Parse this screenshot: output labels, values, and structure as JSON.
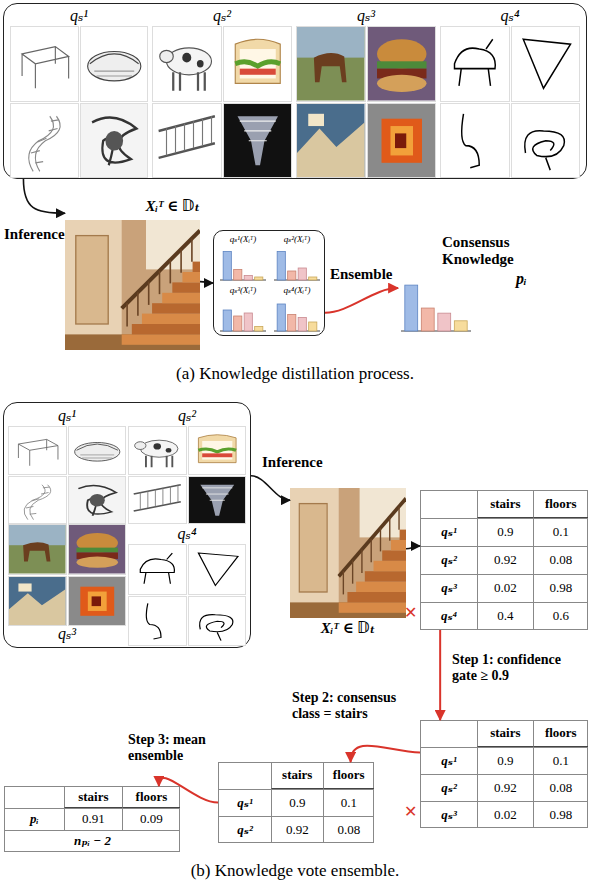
{
  "diagram": {
    "nodes": [
      {
        "text": []
      },
      {
        "text": [
          "qₛ¹"
        ],
        "in": 0
      },
      {
        "text": [
          "qₛ²"
        ],
        "in": 0
      },
      {
        "text": [
          "qₛ³"
        ],
        "in": 0
      },
      {
        "text": [
          "qₛ⁴"
        ],
        "in": 0
      },
      {
        "text": [
          "Xᵢᵀ ∈ 𝔻ₜ"
        ]
      },
      {
        "text": []
      },
      {
        "text": [
          "qₛ¹(Xᵢᵀ)"
        ],
        "in": 6
      },
      {
        "text": [
          "qₛ²(Xᵢᵀ)"
        ],
        "in": 6
      },
      {
        "text": [
          "qₛ³(Xᵢᵀ)"
        ],
        "in": 6
      },
      {
        "text": [
          "qₛ⁴(Xᵢᵀ)"
        ],
        "in": 6
      },
      {
        "text": [
          "Consensus Knowledge",
          "pᵢ"
        ]
      },
      {
        "text": []
      },
      {
        "text": [
          "qₛ¹"
        ],
        "in": 12
      },
      {
        "text": [
          "qₛ²"
        ],
        "in": 12
      },
      {
        "text": [
          "qₛ³"
        ],
        "in": 12
      },
      {
        "text": [
          "qₛ⁴"
        ],
        "in": 12
      },
      {
        "text": [
          "Xᵢᵀ ∈ 𝔻ₜ"
        ]
      },
      {
        "text": [
          "stairs",
          "floors",
          "qₛ¹",
          "0.9",
          "0.1",
          "qₛ²",
          "0.92",
          "0.08",
          "qₛ³",
          "0.02",
          "0.98",
          "qₛ⁴",
          "0.4",
          "0.6"
        ]
      },
      {
        "text": [
          "stairs",
          "floors",
          "qₛ¹",
          "0.9",
          "0.1",
          "qₛ²",
          "0.92",
          "0.08",
          "qₛ³",
          "0.02",
          "0.98"
        ]
      },
      {
        "text": [
          "stairs",
          "floors",
          "qₛ¹",
          "0.9",
          "0.1",
          "qₛ²",
          "0.92",
          "0.08"
        ]
      },
      {
        "text": [
          "stairs",
          "floors",
          "pᵢ",
          "0.91",
          "0.09",
          "nₚᵢ − 2"
        ]
      }
    ],
    "edges": [
      {
        "from": 0,
        "to": 5,
        "arrow": "to",
        "label": "Inference"
      },
      {
        "from": 5,
        "to": 6,
        "arrow": "to"
      },
      {
        "from": 6,
        "to": 11,
        "arrow": "to",
        "label": "Ensemble"
      },
      {
        "from": 12,
        "to": 17,
        "arrow": "to",
        "label": "Inference"
      },
      {
        "from": 17,
        "to": 18,
        "arrow": "to"
      },
      {
        "from": 18,
        "to": 19,
        "arrow": "to",
        "label": "Step 1: confidence gate ≥ 0.9"
      },
      {
        "from": 19,
        "to": 20,
        "arrow": "to",
        "label": "Step 2: consensus class = stairs"
      },
      {
        "from": 20,
        "to": 21,
        "arrow": "to",
        "label": "Step 3: mean ensemble"
      }
    ],
    "labels": [
      "(a) Knowledge distillation process.",
      "✕",
      "✕",
      "(b) Knowledge vote ensemble."
    ]
  }
}
